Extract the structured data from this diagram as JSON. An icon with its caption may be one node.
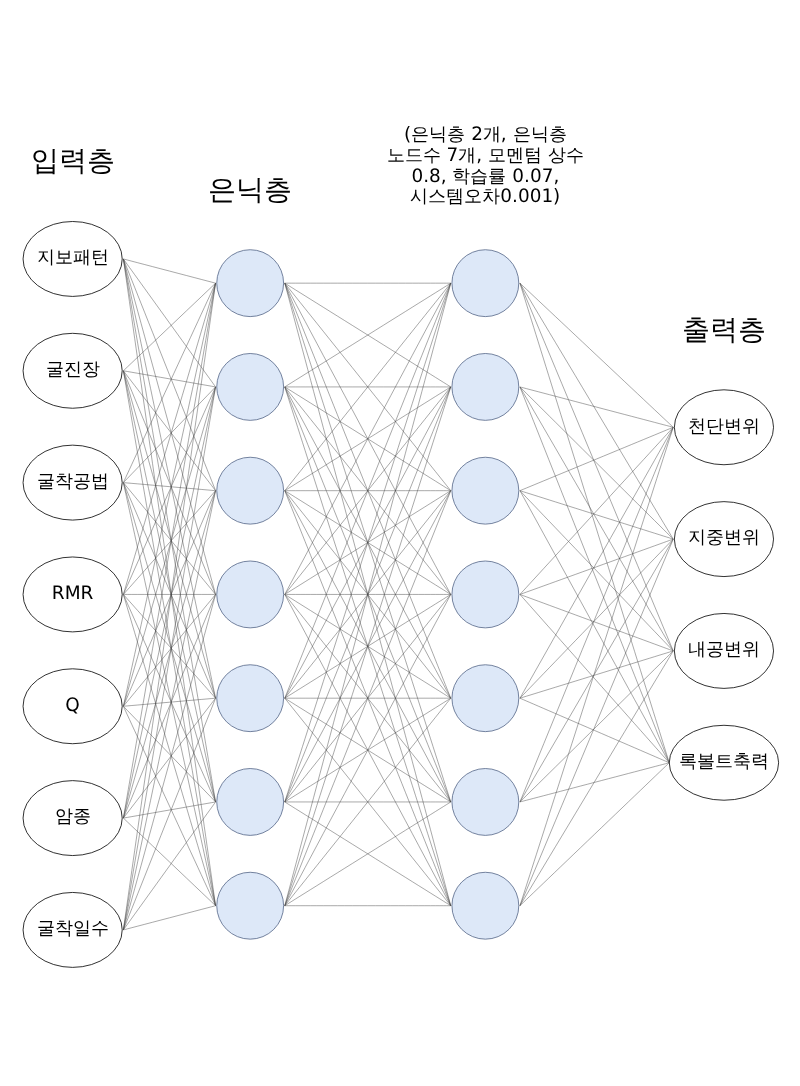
{
  "diagram": {
    "nodes": [
      {
        "text": [
          "지보패턴"
        ]
      },
      {
        "text": [
          "굴진장"
        ]
      },
      {
        "text": [
          "굴착공법"
        ]
      },
      {
        "text": [
          "RMR"
        ]
      },
      {
        "text": [
          "Q"
        ]
      },
      {
        "text": [
          "암종"
        ]
      },
      {
        "text": [
          "굴착일수"
        ]
      },
      {
        "text": [],
        "shape": "circle"
      },
      {
        "text": [],
        "shape": "circle"
      },
      {
        "text": [],
        "shape": "circle"
      },
      {
        "text": [],
        "shape": "circle"
      },
      {
        "text": [],
        "shape": "circle"
      },
      {
        "text": [],
        "shape": "circle"
      },
      {
        "text": [],
        "shape": "circle"
      },
      {
        "text": [],
        "shape": "circle"
      },
      {
        "text": [],
        "shape": "circle"
      },
      {
        "text": [],
        "shape": "circle"
      },
      {
        "text": [],
        "shape": "circle"
      },
      {
        "text": [],
        "shape": "circle"
      },
      {
        "text": [],
        "shape": "circle"
      },
      {
        "text": [],
        "shape": "circle"
      },
      {
        "text": [
          "천단변위"
        ]
      },
      {
        "text": [
          "지중변위"
        ]
      },
      {
        "text": [
          "내공변위"
        ]
      },
      {
        "text": [
          "록볼트축력"
        ]
      }
    ],
    "edges": [
      {
        "from": 0,
        "to": 7,
        "arrow": "none"
      },
      {
        "from": 0,
        "to": 8,
        "arrow": "none"
      },
      {
        "from": 0,
        "to": 9,
        "arrow": "none"
      },
      {
        "from": 0,
        "to": 10,
        "arrow": "none"
      },
      {
        "from": 0,
        "to": 11,
        "arrow": "none"
      },
      {
        "from": 0,
        "to": 12,
        "arrow": "none"
      },
      {
        "from": 0,
        "to": 13,
        "arrow": "none"
      },
      {
        "from": 1,
        "to": 7,
        "arrow": "none"
      },
      {
        "from": 1,
        "to": 8,
        "arrow": "none"
      },
      {
        "from": 1,
        "to": 9,
        "arrow": "none"
      },
      {
        "from": 1,
        "to": 10,
        "arrow": "none"
      },
      {
        "from": 1,
        "to": 11,
        "arrow": "none"
      },
      {
        "from": 1,
        "to": 12,
        "arrow": "none"
      },
      {
        "from": 1,
        "to": 13,
        "arrow": "none"
      },
      {
        "from": 2,
        "to": 7,
        "arrow": "none"
      },
      {
        "from": 2,
        "to": 8,
        "arrow": "none"
      },
      {
        "from": 2,
        "to": 9,
        "arrow": "none"
      },
      {
        "from": 2,
        "to": 10,
        "arrow": "none"
      },
      {
        "from": 2,
        "to": 11,
        "arrow": "none"
      },
      {
        "from": 2,
        "to": 12,
        "arrow": "none"
      },
      {
        "from": 2,
        "to": 13,
        "arrow": "none"
      },
      {
        "from": 3,
        "to": 7,
        "arrow": "none"
      },
      {
        "from": 3,
        "to": 8,
        "arrow": "none"
      },
      {
        "from": 3,
        "to": 9,
        "arrow": "none"
      },
      {
        "from": 3,
        "to": 10,
        "arrow": "none"
      },
      {
        "from": 3,
        "to": 11,
        "arrow": "none"
      },
      {
        "from": 3,
        "to": 12,
        "arrow": "none"
      },
      {
        "from": 3,
        "to": 13,
        "arrow": "none"
      },
      {
        "from": 4,
        "to": 7,
        "arrow": "none"
      },
      {
        "from": 4,
        "to": 8,
        "arrow": "none"
      },
      {
        "from": 4,
        "to": 9,
        "arrow": "none"
      },
      {
        "from": 4,
        "to": 10,
        "arrow": "none"
      },
      {
        "from": 4,
        "to": 11,
        "arrow": "none"
      },
      {
        "from": 4,
        "to": 12,
        "arrow": "none"
      },
      {
        "from": 4,
        "to": 13,
        "arrow": "none"
      },
      {
        "from": 5,
        "to": 7,
        "arrow": "none"
      },
      {
        "from": 5,
        "to": 8,
        "arrow": "none"
      },
      {
        "from": 5,
        "to": 9,
        "arrow": "none"
      },
      {
        "from": 5,
        "to": 10,
        "arrow": "none"
      },
      {
        "from": 5,
        "to": 11,
        "arrow": "none"
      },
      {
        "from": 5,
        "to": 12,
        "arrow": "none"
      },
      {
        "from": 5,
        "to": 13,
        "arrow": "none"
      },
      {
        "from": 6,
        "to": 7,
        "arrow": "none"
      },
      {
        "from": 6,
        "to": 8,
        "arrow": "none"
      },
      {
        "from": 6,
        "to": 9,
        "arrow": "none"
      },
      {
        "from": 6,
        "to": 10,
        "arrow": "none"
      },
      {
        "from": 6,
        "to": 11,
        "arrow": "none"
      },
      {
        "from": 6,
        "to": 12,
        "arrow": "none"
      },
      {
        "from": 6,
        "to": 13,
        "arrow": "none"
      },
      {
        "from": 7,
        "to": 14,
        "arrow": "none"
      },
      {
        "from": 7,
        "to": 15,
        "arrow": "none"
      },
      {
        "from": 7,
        "to": 16,
        "arrow": "none"
      },
      {
        "from": 7,
        "to": 17,
        "arrow": "none"
      },
      {
        "from": 7,
        "to": 18,
        "arrow": "none"
      },
      {
        "from": 7,
        "to": 19,
        "arrow": "none"
      },
      {
        "from": 7,
        "to": 20,
        "arrow": "none"
      },
      {
        "from": 8,
        "to": 14,
        "arrow": "none"
      },
      {
        "from": 8,
        "to": 15,
        "arrow": "none"
      },
      {
        "from": 8,
        "to": 16,
        "arrow": "none"
      },
      {
        "from": 8,
        "to": 17,
        "arrow": "none"
      },
      {
        "from": 8,
        "to": 18,
        "arrow": "none"
      },
      {
        "from": 8,
        "to": 19,
        "arrow": "none"
      },
      {
        "from": 8,
        "to": 20,
        "arrow": "none"
      },
      {
        "from": 9,
        "to": 14,
        "arrow": "none"
      },
      {
        "from": 9,
        "to": 15,
        "arrow": "none"
      },
      {
        "from": 9,
        "to": 16,
        "arrow": "none"
      },
      {
        "from": 9,
        "to": 17,
        "arrow": "none"
      },
      {
        "from": 9,
        "to": 18,
        "arrow": "none"
      },
      {
        "from": 9,
        "to": 19,
        "arrow": "none"
      },
      {
        "from": 9,
        "to": 20,
        "arrow": "none"
      },
      {
        "from": 10,
        "to": 14,
        "arrow": "none"
      },
      {
        "from": 10,
        "to": 15,
        "arrow": "none"
      },
      {
        "from": 10,
        "to": 16,
        "arrow": "none"
      },
      {
        "from": 10,
        "to": 17,
        "arrow": "none"
      },
      {
        "from": 10,
        "to": 18,
        "arrow": "none"
      },
      {
        "from": 10,
        "to": 19,
        "arrow": "none"
      },
      {
        "from": 10,
        "to": 20,
        "arrow": "none"
      },
      {
        "from": 11,
        "to": 14,
        "arrow": "none"
      },
      {
        "from": 11,
        "to": 15,
        "arrow": "none"
      },
      {
        "from": 11,
        "to": 16,
        "arrow": "none"
      },
      {
        "from": 11,
        "to": 17,
        "arrow": "none"
      },
      {
        "from": 11,
        "to": 18,
        "arrow": "none"
      },
      {
        "from": 11,
        "to": 19,
        "arrow": "none"
      },
      {
        "from": 11,
        "to": 20,
        "arrow": "none"
      },
      {
        "from": 12,
        "to": 14,
        "arrow": "none"
      },
      {
        "from": 12,
        "to": 15,
        "arrow": "none"
      },
      {
        "from": 12,
        "to": 16,
        "arrow": "none"
      },
      {
        "from": 12,
        "to": 17,
        "arrow": "none"
      },
      {
        "from": 12,
        "to": 18,
        "arrow": "none"
      },
      {
        "from": 12,
        "to": 19,
        "arrow": "none"
      },
      {
        "from": 12,
        "to": 20,
        "arrow": "none"
      },
      {
        "from": 13,
        "to": 14,
        "arrow": "none"
      },
      {
        "from": 13,
        "to": 15,
        "arrow": "none"
      },
      {
        "from": 13,
        "to": 16,
        "arrow": "none"
      },
      {
        "from": 13,
        "to": 17,
        "arrow": "none"
      },
      {
        "from": 13,
        "to": 18,
        "arrow": "none"
      },
      {
        "from": 13,
        "to": 19,
        "arrow": "none"
      },
      {
        "from": 13,
        "to": 20,
        "arrow": "none"
      },
      {
        "from": 14,
        "to": 21,
        "arrow": "none"
      },
      {
        "from": 14,
        "to": 22,
        "arrow": "none"
      },
      {
        "from": 14,
        "to": 23,
        "arrow": "none"
      },
      {
        "from": 14,
        "to": 24,
        "arrow": "none"
      },
      {
        "from": 15,
        "to": 21,
        "arrow": "none"
      },
      {
        "from": 15,
        "to": 22,
        "arrow": "none"
      },
      {
        "from": 15,
        "to": 23,
        "arrow": "none"
      },
      {
        "from": 15,
        "to": 24,
        "arrow": "none"
      },
      {
        "from": 16,
        "to": 21,
        "arrow": "none"
      },
      {
        "from": 16,
        "to": 22,
        "arrow": "none"
      },
      {
        "from": 16,
        "to": 23,
        "arrow": "none"
      },
      {
        "from": 16,
        "to": 24,
        "arrow": "none"
      },
      {
        "from": 17,
        "to": 21,
        "arrow": "none"
      },
      {
        "from": 17,
        "to": 22,
        "arrow": "none"
      },
      {
        "from": 17,
        "to": 23,
        "arrow": "none"
      },
      {
        "from": 17,
        "to": 24,
        "arrow": "none"
      },
      {
        "from": 18,
        "to": 21,
        "arrow": "none"
      },
      {
        "from": 18,
        "to": 22,
        "arrow": "none"
      },
      {
        "from": 18,
        "to": 23,
        "arrow": "none"
      },
      {
        "from": 18,
        "to": 24,
        "arrow": "none"
      },
      {
        "from": 19,
        "to": 21,
        "arrow": "none"
      },
      {
        "from": 19,
        "to": 22,
        "arrow": "none"
      },
      {
        "from": 19,
        "to": 23,
        "arrow": "none"
      },
      {
        "from": 19,
        "to": 24,
        "arrow": "none"
      },
      {
        "from": 20,
        "to": 21,
        "arrow": "none"
      },
      {
        "from": 20,
        "to": 22,
        "arrow": "none"
      },
      {
        "from": 20,
        "to": 23,
        "arrow": "none"
      },
      {
        "from": 20,
        "to": 24,
        "arrow": "none"
      }
    ],
    "labels": [
      "입력층",
      "은닉층",
      "출력층",
      "(은닉층 2개, 은닉층 노드수 7개, 모멘텀 상수 0.8, 학습률 0.07, 시스템오차0.001)"
    ]
  }
}
